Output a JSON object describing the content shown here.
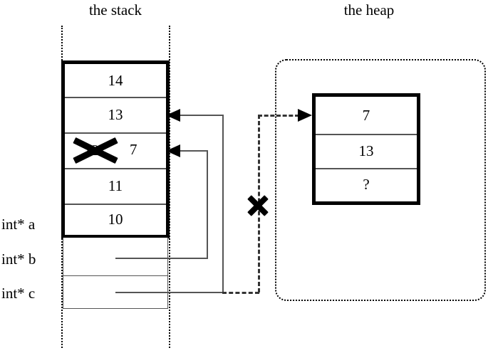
{
  "titles": {
    "stack": "the stack",
    "heap": "the heap"
  },
  "stack": {
    "frame_cells": [
      {
        "value": "14",
        "struck": false
      },
      {
        "value": "13",
        "struck": false
      },
      {
        "value": "12",
        "struck": true,
        "replacement": "7"
      },
      {
        "value": "11",
        "struck": false
      },
      {
        "value": "10",
        "struck": false
      }
    ],
    "pointer_cells": [
      {
        "label": "int* b",
        "value": ""
      },
      {
        "label": "int* c",
        "value": ""
      }
    ],
    "labels": [
      "int* a",
      "int* b",
      "int* c"
    ]
  },
  "heap": {
    "cells": [
      {
        "value": "7"
      },
      {
        "value": "13"
      },
      {
        "value": "?"
      }
    ]
  },
  "annotations": {
    "struck_value": "12",
    "new_value": "7",
    "invalidated_link_marker": "X",
    "unknown_value": "?"
  },
  "colors": {
    "ink": "#000000",
    "rule": "#555555",
    "background": "#ffffff"
  },
  "diagram_type": "memory-layout"
}
